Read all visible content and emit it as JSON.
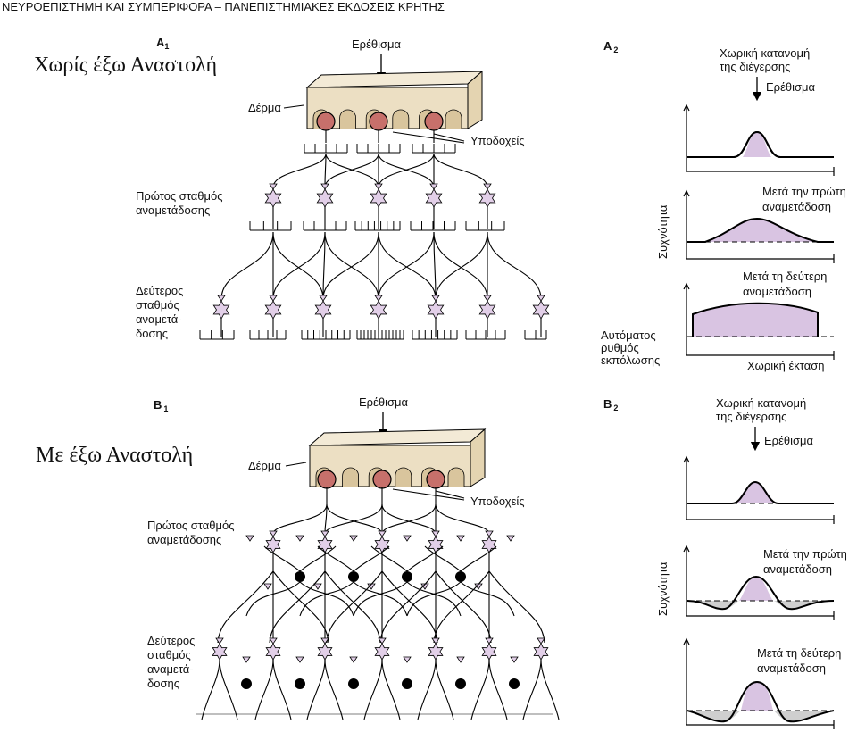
{
  "header": "ΝΕΥΡΟΕΠΙΣΤΗΜΗ ΚΑΙ ΣΥΜΠΕΡΙΦΟΡΑ – ΠΑΝΕΠΙΣΤΗΜΙΑΚΕΣ ΕΚΔΟΣΕΙΣ ΚΡΗΤΗΣ",
  "colors": {
    "neuron": "#e2cfe8",
    "receptor": "#c7706b",
    "skin": "#ecdfc3",
    "curve_fill": "#d9c4e2",
    "inhib_fill": "#cfcfcf"
  },
  "panelA1": {
    "letter": "A",
    "sub": "1",
    "title": "Χωρίς έξω Αναστολή",
    "stimulus": "Ερέθισμα",
    "skin": "Δέρμα",
    "receptors": "Υποδοχείς",
    "first_relay": [
      "Πρώτος σταθμός",
      "αναμετάδοσης"
    ],
    "second_relay": [
      "Δεύτερος",
      "σταθμός",
      "αναμετά-",
      "δοσης"
    ]
  },
  "panelA2": {
    "letter": "A",
    "sub": "2",
    "distribution": [
      "Χωρική κατανομή",
      "της διέγερσης"
    ],
    "stimulus": "Ερέθισμα",
    "after_first": [
      "Μετά την πρώτη",
      "αναμετάδοση"
    ],
    "after_second": [
      "Μετά τη δεύτερη",
      "αναμετάδοση"
    ],
    "y_label": "Συχνότητα",
    "spontaneous": [
      "Αυτόματος",
      "ρυθμός",
      "εκπόλωσης"
    ],
    "x_label": "Χωρική έκταση"
  },
  "panelB1": {
    "letter": "B",
    "sub": "1",
    "title": "Με έξω Αναστολή",
    "stimulus": "Ερέθισμα",
    "skin": "Δέρμα",
    "receptors": "Υποδοχείς",
    "first_relay": [
      "Πρώτος σταθμός",
      "αναμετάδοσης"
    ],
    "second_relay": [
      "Δεύτερος",
      "σταθμός",
      "αναμετά-",
      "δοσης"
    ]
  },
  "panelB2": {
    "letter": "B",
    "sub": "2",
    "distribution": [
      "Χωρική κατανομή",
      "της διέγερσης"
    ],
    "stimulus": "Ερέθισμα",
    "after_first": [
      "Μετά την πρώτη",
      "αναμετάδοση"
    ],
    "after_second": [
      "Μετά τη δεύτερη",
      "αναμετάδοση"
    ],
    "y_label": "Συχνότητα"
  }
}
